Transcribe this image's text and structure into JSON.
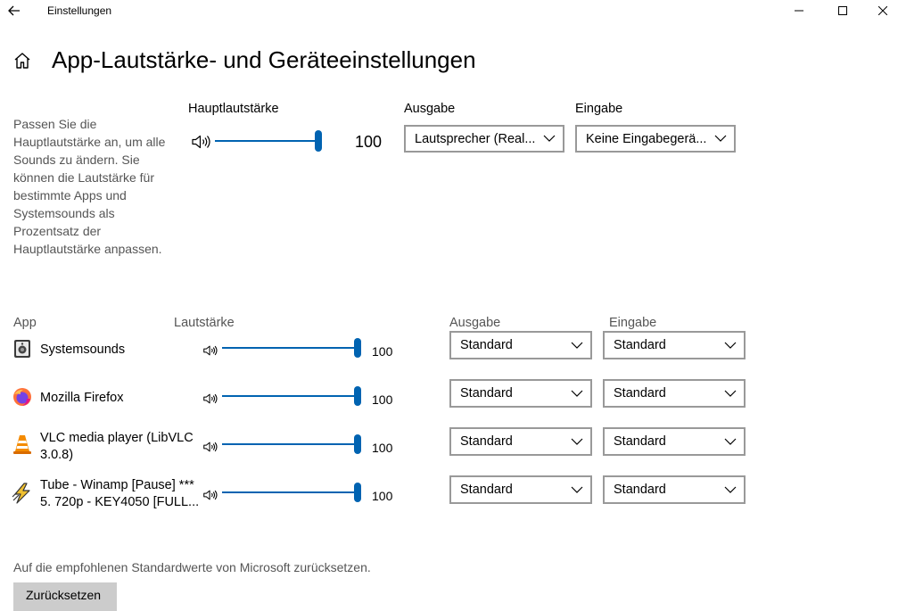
{
  "window": {
    "title": "Einstellungen",
    "back_icon": "back-arrow-icon",
    "controls": [
      "minimize-icon",
      "maximize-icon",
      "close-icon"
    ]
  },
  "page": {
    "title": "App-Lautstärke- und Geräteeinstellungen",
    "home_icon": "home-icon",
    "description": "Passen Sie die Hauptlautstärke an, um alle Sounds zu ändern. Sie können die Lautstärke für bestimmte Apps und Systemsounds als Prozentsatz der Hauptlautstärke anpassen."
  },
  "master": {
    "label": "Hauptlautstärke",
    "volume": 100,
    "volume_text": "100",
    "output_label": "Ausgabe",
    "output_value": "Lautsprecher (Real...",
    "input_label": "Eingabe",
    "input_value": "Keine Eingabegerä..."
  },
  "apps_header": {
    "app": "App",
    "volume": "Lautstärke",
    "output": "Ausgabe",
    "input": "Eingabe"
  },
  "apps": [
    {
      "name": "Systemsounds",
      "icon": "system-sounds-icon",
      "volume": 100,
      "volume_text": "100",
      "output": "Standard",
      "input": "Standard"
    },
    {
      "name": "Mozilla Firefox",
      "icon": "firefox-icon",
      "volume": 100,
      "volume_text": "100",
      "output": "Standard",
      "input": "Standard"
    },
    {
      "name": "VLC media player (LibVLC 3.0.8)",
      "icon": "vlc-icon",
      "volume": 100,
      "volume_text": "100",
      "output": "Standard",
      "input": "Standard"
    },
    {
      "name": "Tube - Winamp [Pause] *** 5. 720p - KEY4050 [FULL...",
      "icon": "winamp-icon",
      "volume": 100,
      "volume_text": "100",
      "output": "Standard",
      "input": "Standard"
    }
  ],
  "reset": {
    "text": "Auf die empfohlenen Standardwerte von Microsoft zurücksetzen.",
    "button_label": "Zurücksetzen"
  },
  "colors": {
    "accent": "#0063b1",
    "secondary_text": "#555555"
  }
}
